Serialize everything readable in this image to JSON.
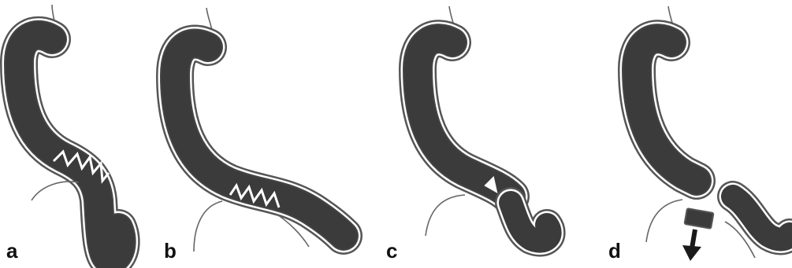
{
  "figure": {
    "panels": [
      {
        "label": "a"
      },
      {
        "label": "b"
      },
      {
        "label": "c"
      },
      {
        "label": "d"
      }
    ]
  },
  "colors": {
    "organ_fill": "#3b3b3b",
    "wall_outline": "#555555",
    "wall_gap": "#ffffff",
    "serosa_line": "#666666",
    "arrow": "#1a1a1a"
  }
}
